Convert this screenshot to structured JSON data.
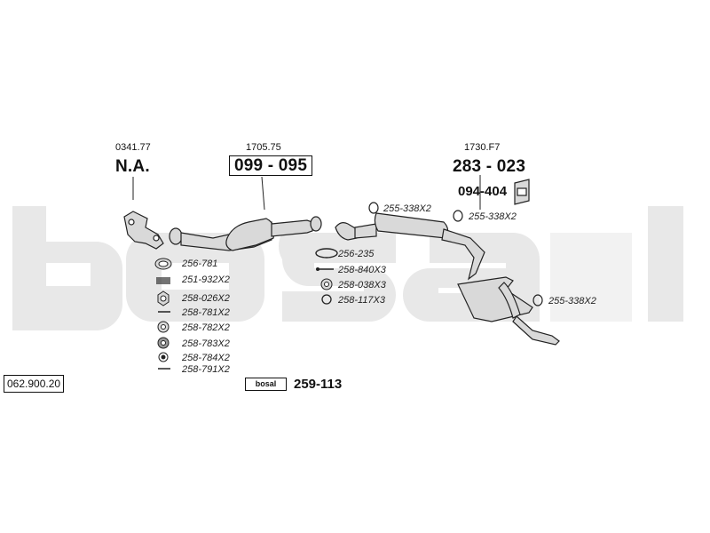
{
  "document_number": "062.900.20",
  "brand_mark": "bosal",
  "groups": [
    {
      "ref": "0341.77",
      "part": "N.A."
    },
    {
      "ref": "1705.75",
      "part": "099 - 095"
    },
    {
      "ref": "1730.F7",
      "part": "283 - 023"
    }
  ],
  "bracket_part": "094-404",
  "kit_part": "259-113",
  "small_parts": [
    "256-781",
    "251-932X2",
    "258-026X2",
    "258-781X2",
    "258-782X2",
    "258-783X2",
    "258-784X2",
    "258-791X2"
  ],
  "mid_parts": [
    "256-235",
    "258-840X3",
    "258-038X3",
    "258-117X3"
  ],
  "clamp_parts": [
    "255-338X2",
    "255-338X2",
    "255-338X2"
  ],
  "colors": {
    "watermark": "#e6e6e6",
    "line": "#222222",
    "fill": "#d9d9d9"
  }
}
